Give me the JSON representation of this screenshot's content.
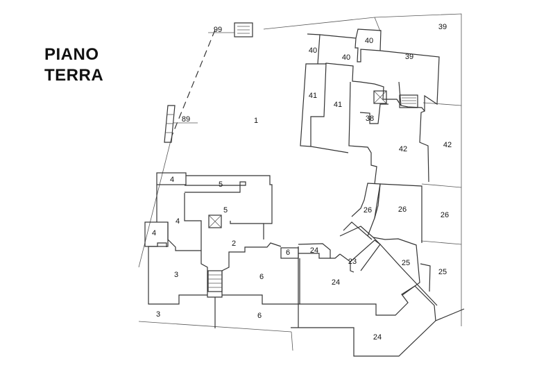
{
  "title": {
    "line1": "PIANO",
    "line2": "TERRA"
  },
  "rooms": {
    "r99": "99",
    "r89": "89",
    "r1": "1",
    "r39a": "39",
    "r39b": "39",
    "r40a": "40",
    "r40b": "40",
    "r40c": "40",
    "r41a": "41",
    "r41b": "41",
    "r38": "38",
    "r42a": "42",
    "r42b": "42",
    "r4a": "4",
    "r4b": "4",
    "r4c": "4",
    "r5a": "5",
    "r5b": "5",
    "r2": "2",
    "r3a": "3",
    "r3b": "3",
    "r6a": "6",
    "r6b": "6",
    "r6c": "6",
    "r24a": "24",
    "r24b": "24",
    "r24c": "24",
    "r23": "23",
    "r26a": "26",
    "r26b": "26",
    "r26c": "26",
    "r25a": "25",
    "r25b": "25"
  }
}
